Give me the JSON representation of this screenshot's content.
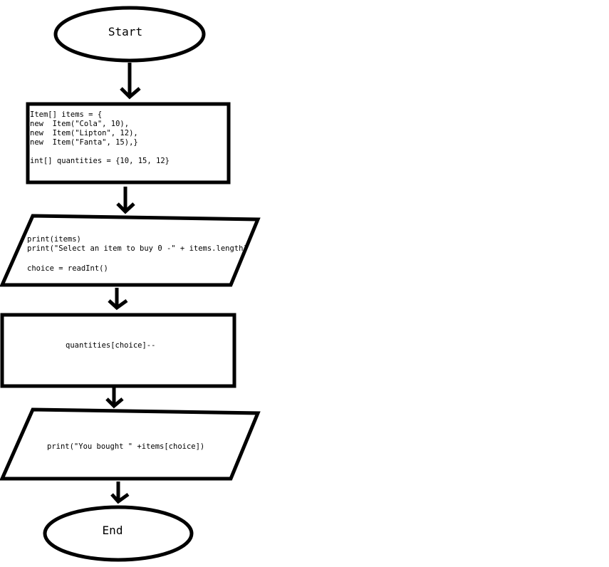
{
  "diagram": {
    "start": {
      "label": "Start"
    },
    "init": {
      "lines": [
        "Item[] items = {",
        "new  Item(\"Cola\", 10),",
        "new  Item(\"Lipton\", 12),",
        "new  Item(\"Fanta\", 15),}",
        "",
        "int[] quantities = {10, 15, 12}"
      ]
    },
    "input": {
      "lines": [
        "print(items)",
        "print(\"Select an item to buy 0 -\" + items.length)",
        "",
        "choice = readInt()"
      ]
    },
    "process": {
      "label": "quantities[choice]--"
    },
    "output": {
      "label": "print(\"You bought \" +items[choice])"
    },
    "end": {
      "label": "End"
    }
  }
}
